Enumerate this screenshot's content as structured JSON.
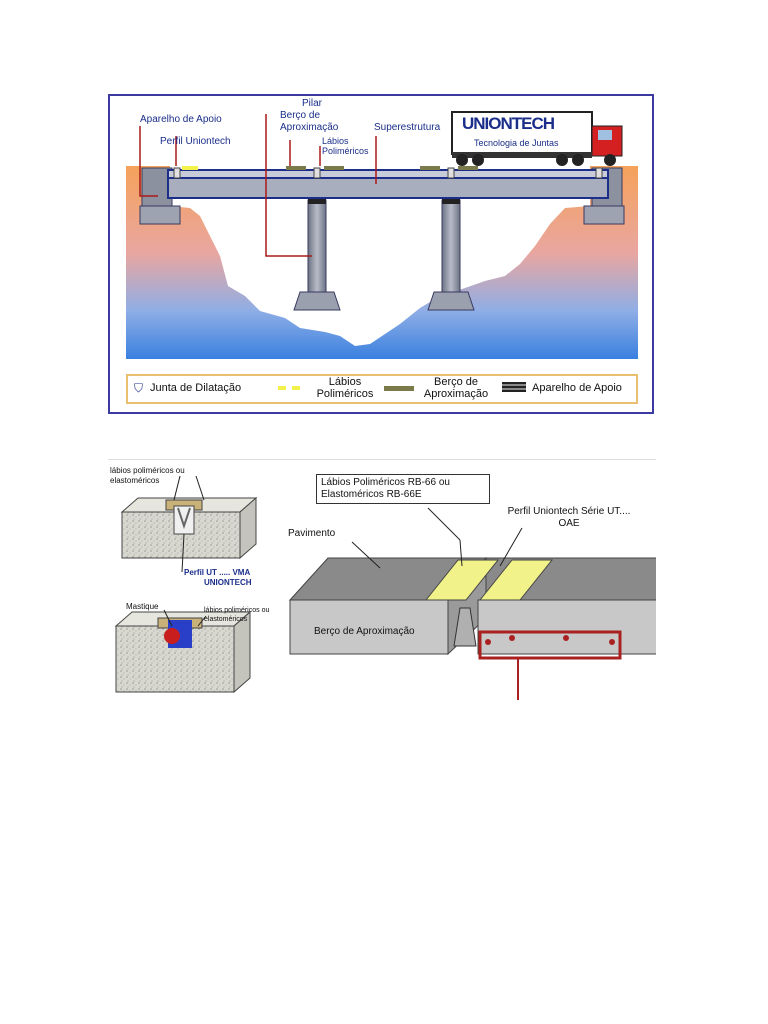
{
  "bridge": {
    "labels": {
      "aparelho": "Aparelho de Apoio",
      "perfil": "Perfil Uniontech",
      "pilar": "Pilar",
      "berco": "Berço de Aproximação",
      "labios": "Lábios Poliméricos",
      "superestrutura": "Superestrutura"
    },
    "truck": {
      "brand": "UNIONTECH",
      "tagline": "Tecnologia de Juntas"
    },
    "legend": {
      "junta": "Junta de Dilatação",
      "labios": "Lábios Poliméricos",
      "berco": "Berço de Aproximação",
      "aparelho": "Aparelho de Apoio"
    },
    "colors": {
      "frame": "#3a3aa0",
      "sky_top": "#f5a25a",
      "water": "#3a80e0",
      "labios": "#f2f24a",
      "berco": "#7a7a4a"
    }
  },
  "detail": {
    "top_left": {
      "labios": "lábios poliméricos ou elastoméricos",
      "perfil": "Perfil UT ..... VMA",
      "brand": "UNIONTECH"
    },
    "bottom_left": {
      "mastique": "Mastique",
      "labios": "lábios poliméricos ou elastoméricos"
    },
    "right": {
      "labios": "Lábios Poliméricos RB-66 ou Elastoméricos RB-66E",
      "perfil": "Perfil Uniontech Série UT.... OAE",
      "pavimento": "Pavimento",
      "berco": "Berço de Aproximação"
    }
  }
}
